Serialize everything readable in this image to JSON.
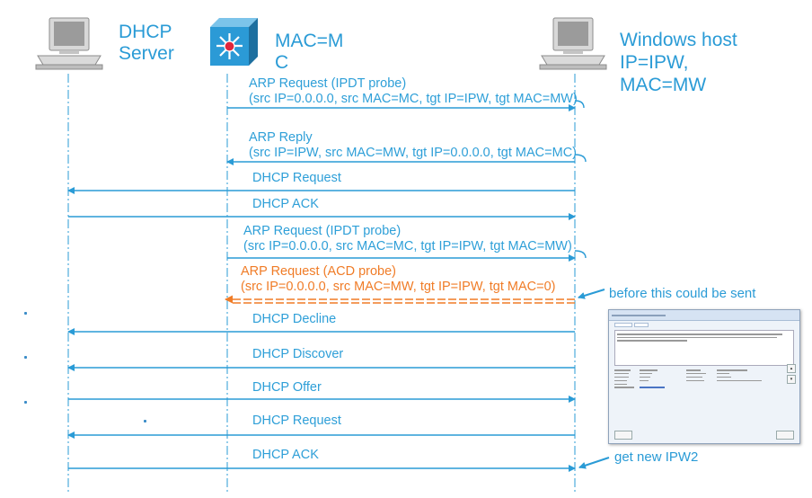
{
  "participants": {
    "dhcp_server": {
      "label_line1": "DHCP",
      "label_line2": "Server"
    },
    "switch": {
      "label_line1": "MAC=M",
      "label_line2": "C"
    },
    "windows_host": {
      "label_line1": "Windows host",
      "label_line2": "IP=IPW,",
      "label_line3": "MAC=MW"
    }
  },
  "messages": [
    {
      "line1": "ARP Request (IPDT probe)",
      "line2": "(src IP=0.0.0.0, src MAC=MC, tgt IP=IPW, tgt MAC=MW)"
    },
    {
      "line1": "ARP Reply",
      "line2": "(src IP=IPW, src MAC=MW, tgt IP=0.0.0.0, tgt MAC=MC)"
    },
    {
      "line1": "DHCP Request"
    },
    {
      "line1": "DHCP ACK"
    },
    {
      "line1": "ARP Request (IPDT probe)",
      "line2": "(src IP=0.0.0.0, src MAC=MC, tgt IP=IPW, tgt MAC=MW)"
    },
    {
      "line1": "ARP Request (ACD probe)",
      "line2": "(src IP=0.0.0.0, src MAC=MW, tgt IP=IPW, tgt MAC=0)"
    },
    {
      "line1": "DHCP Decline"
    },
    {
      "line1": "DHCP Discover"
    },
    {
      "line1": "DHCP Offer"
    },
    {
      "line1": "DHCP Request"
    },
    {
      "line1": "DHCP ACK"
    }
  ],
  "annotations": {
    "before_sent": "before this could be sent",
    "get_new": "get new IPW2"
  },
  "colors": {
    "accent": "#2a9bd6",
    "probe": "#f07c27"
  }
}
